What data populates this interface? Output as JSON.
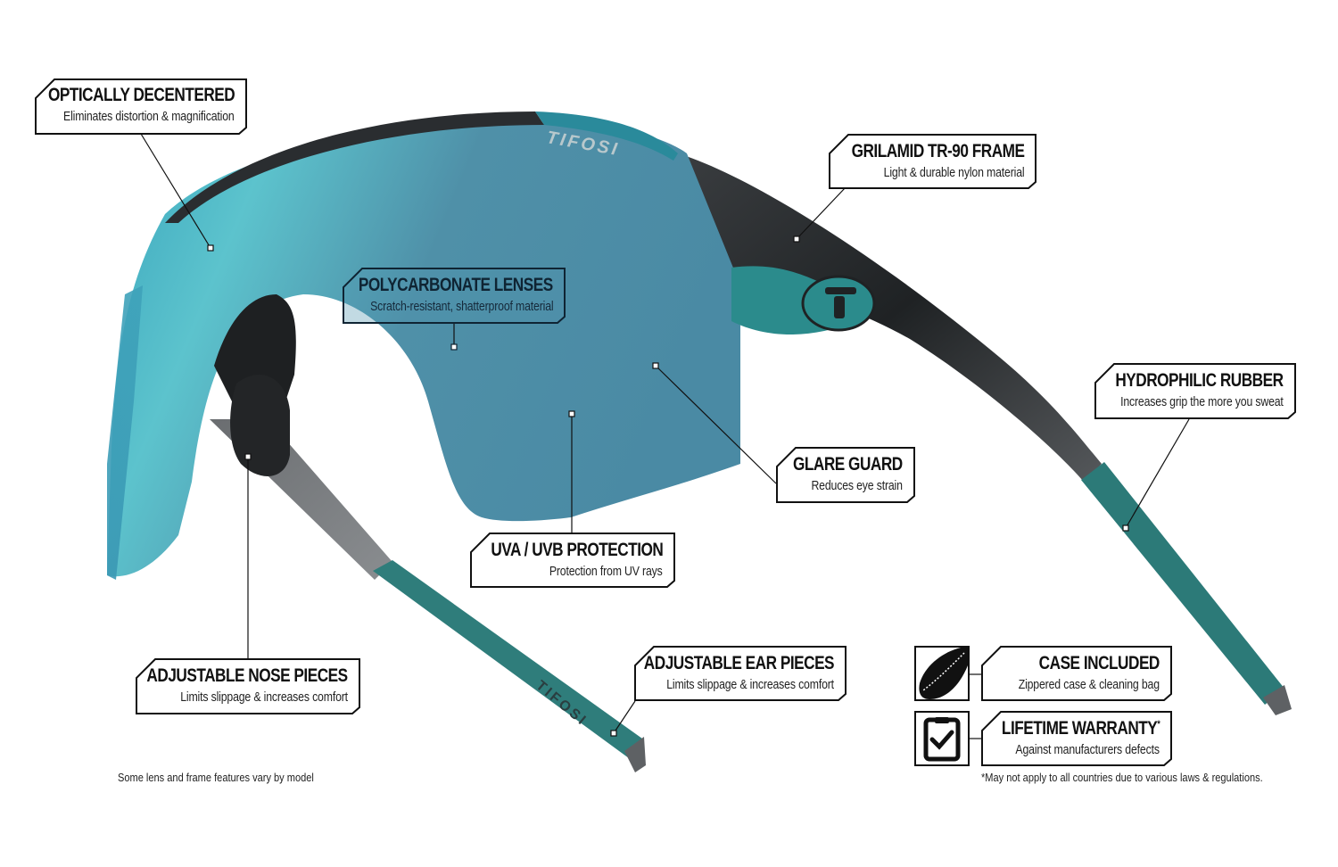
{
  "brand": {
    "name": "TIFOSI",
    "lens_color": "#3f9fb3",
    "frame_color": "#2a2d30",
    "rubber_color": "#2c7a78"
  },
  "callouts": [
    {
      "id": "optically-decentered",
      "title": "OPTICALLY DECENTERED",
      "subtitle": "Eliminates distortion & magnification"
    },
    {
      "id": "grilamid-frame",
      "title": "GRILAMID TR-90 FRAME",
      "subtitle": "Light & durable nylon material"
    },
    {
      "id": "polycarbonate-lenses",
      "title": "POLYCARBONATE LENSES",
      "subtitle": "Scratch-resistant, shatterproof material"
    },
    {
      "id": "hydrophilic-rubber",
      "title": "HYDROPHILIC RUBBER",
      "subtitle": "Increases grip the more you sweat"
    },
    {
      "id": "glare-guard",
      "title": "GLARE GUARD",
      "subtitle": "Reduces eye strain"
    },
    {
      "id": "uva-uvb-protection",
      "title": "UVA / UVB PROTECTION",
      "subtitle": "Protection from UV rays"
    },
    {
      "id": "adjustable-nose-pieces",
      "title": "ADJUSTABLE NOSE PIECES",
      "subtitle": "Limits slippage & increases comfort"
    },
    {
      "id": "adjustable-ear-pieces",
      "title": "ADJUSTABLE EAR PIECES",
      "subtitle": "Limits slippage & increases comfort"
    },
    {
      "id": "case-included",
      "title": "CASE INCLUDED",
      "subtitle": "Zippered case & cleaning bag",
      "icon": "case-icon"
    },
    {
      "id": "lifetime-warranty",
      "title": "LIFETIME WARRANTY",
      "title_mark": "*",
      "subtitle": "Against manufacturers defects",
      "icon": "clipboard-check-icon"
    }
  ],
  "notes": {
    "left": "Some lens and frame features vary by model",
    "right": "*May not apply to all countries due to various laws & regulations."
  }
}
